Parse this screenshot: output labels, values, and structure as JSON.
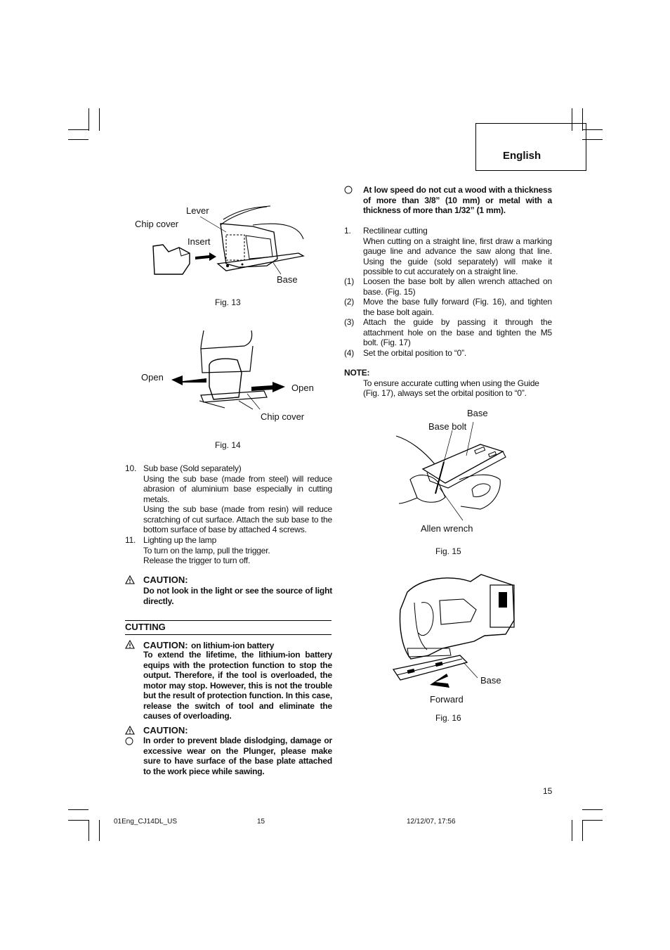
{
  "header": {
    "language": "English"
  },
  "left": {
    "fig13": {
      "labels": {
        "lever": "Lever",
        "chip_cover": "Chip cover",
        "insert": "Insert",
        "base": "Base"
      },
      "caption": "Fig. 13"
    },
    "fig14": {
      "labels": {
        "open_left": "Open",
        "open_right": "Open",
        "chip_cover": "Chip cover"
      },
      "caption": "Fig. 14"
    },
    "item10": {
      "num": "10.",
      "title": "Sub base (Sold separately)",
      "p1": "Using the sub base (made from steel) will reduce abrasion of aluminium base especially in cutting metals.",
      "p2": "Using the sub base (made from resin) will reduce scratching of cut surface. Attach the sub base to the bottom surface of base by attached 4 screws."
    },
    "item11": {
      "num": "11.",
      "title": "Lighting up the lamp",
      "line1": "To turn on the lamp, pull the trigger.",
      "line2": "Release the trigger to turn off."
    },
    "caution1": {
      "heading": "CAUTION:",
      "text": "Do not look in the light or see the source of light directly."
    },
    "section": "CUTTING",
    "caution2": {
      "heading": "CAUTION:",
      "sub": "on lithium-ion battery",
      "text": "To extend the lifetime, the lithium-ion battery equips with the protection function to stop the output. Therefore, if the tool is overloaded, the motor may stop. However, this is not the trouble but the result of protection function. In this case, release the switch of tool and eliminate the causes of overloading."
    },
    "caution3": {
      "heading": "CAUTION:",
      "text": "In order to prevent blade dislodging, damage or excessive wear on the Plunger, please make sure to have surface of the base plate attached to the work piece while sawing."
    }
  },
  "right": {
    "bullet": "At low speed do not cut a wood with a thickness of more than 3/8” (10 mm) or metal with a thickness of more than 1/32” (1 mm).",
    "item1": {
      "num": "1.",
      "title": "Rectilinear cutting",
      "text": "When cutting on a straight line, first draw a marking gauge line and advance the saw along that line. Using the guide (sold separately) will make it possible to cut accurately on a straight line."
    },
    "steps": [
      {
        "num": "(1)",
        "text": "Loosen the base bolt by allen wrench attached on base. (Fig. 15)"
      },
      {
        "num": "(2)",
        "text": "Move the base fully forward (Fig. 16), and tighten the base bolt again."
      },
      {
        "num": "(3)",
        "text": "Attach the guide by passing it through the attachment hole on the base and tighten the M5 bolt. (Fig. 17)"
      },
      {
        "num": "(4)",
        "text": "Set the orbital position to “0”."
      }
    ],
    "note": {
      "heading": "NOTE:",
      "text": "To ensure accurate cutting when using the Guide (Fig. 17), always set the orbital position to “0”."
    },
    "fig15": {
      "labels": {
        "base": "Base",
        "base_bolt": "Base bolt",
        "allen_wrench": "Allen wrench"
      },
      "caption": "Fig. 15"
    },
    "fig16": {
      "labels": {
        "base": "Base",
        "forward": "Forward"
      },
      "caption": "Fig. 16"
    }
  },
  "page_number": "15",
  "footer": {
    "file": "01Eng_CJ14DL_US",
    "page": "15",
    "date": "12/12/07, 17:56"
  }
}
